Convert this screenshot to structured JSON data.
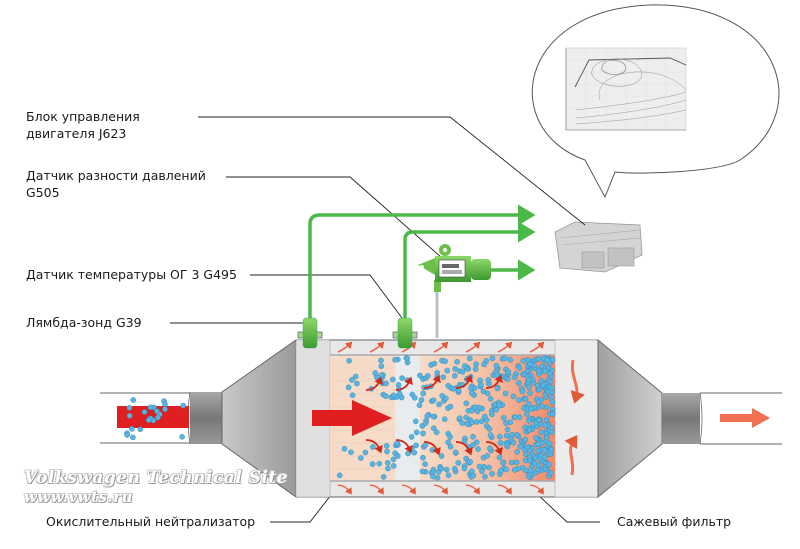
{
  "labels": {
    "ecu": [
      "Блок управления",
      "двигателя J623"
    ],
    "pressure_sensor": [
      "Датчик разности давлений",
      "G505"
    ],
    "temp_sensor": "Датчик температуры ОГ 3 G495",
    "lambda": "Лямбда-зонд G39",
    "oxidation_cat": "Окислительный нейтрализатор",
    "soot_filter": "Сажевый фильтр"
  },
  "watermark": {
    "line1": "Volkswagen Technical Site",
    "line2": "www.vwts.ru"
  },
  "colors": {
    "signal_green": "#4cb848",
    "exhaust_red": "#e02020",
    "clean_flow": "#f07050",
    "particle_blue": "#5ab4e0",
    "housing_gray": "#b8b8b8"
  }
}
